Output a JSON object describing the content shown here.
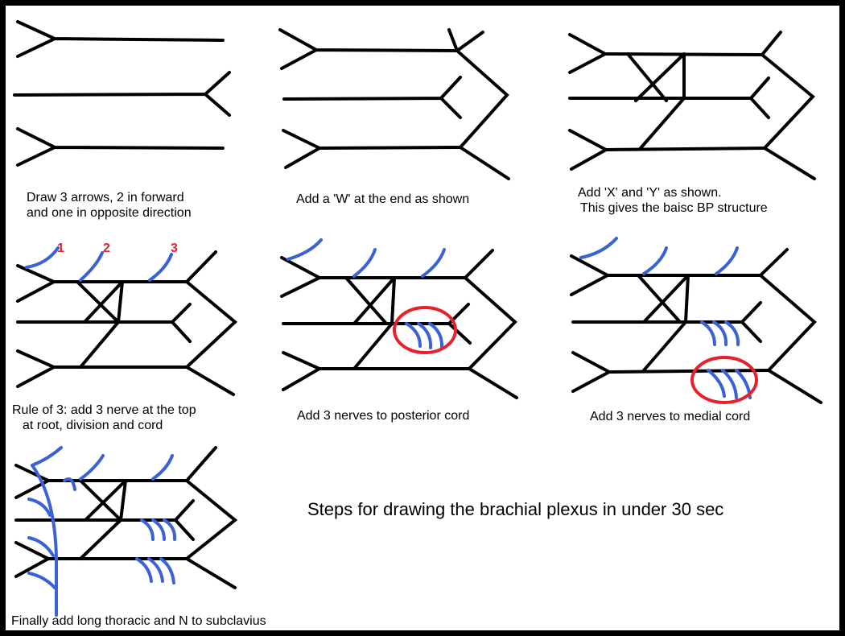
{
  "title": "Steps for drawing the brachial plexus in under 30 sec",
  "steps": [
    {
      "caption_lines": [
        "Draw 3 arrows, 2 in forward",
        "and one in opposite direction"
      ]
    },
    {
      "caption_lines": [
        "Add a 'W' at the end as shown"
      ]
    },
    {
      "caption_lines": [
        "Add 'X' and 'Y' as shown.",
        "This gives the baisc BP structure"
      ]
    },
    {
      "caption_lines": [
        "Rule of 3: add 3 nerve at the top",
        "at root, division and cord"
      ],
      "numbers": [
        "1",
        "2",
        "3"
      ]
    },
    {
      "caption_lines": [
        "Add 3 nerves to posterior cord"
      ]
    },
    {
      "caption_lines": [
        "Add 3 nerves to medial cord"
      ]
    },
    {
      "caption_lines": [
        "Finally add long thoracic and N to subclavius"
      ]
    }
  ],
  "colors": {
    "line": "#000000",
    "nerve": "#3a62d6",
    "highlight": "#e8202a",
    "frame": "#000000"
  }
}
